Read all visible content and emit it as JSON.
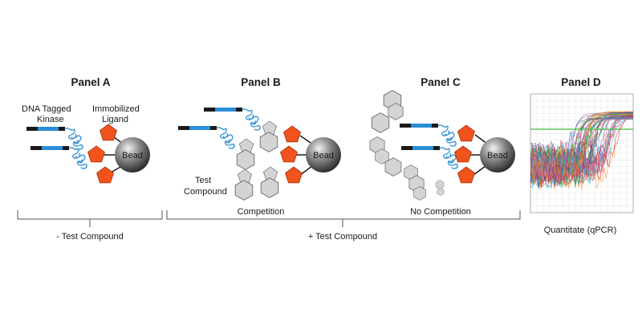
{
  "panels": {
    "a": {
      "title": "Panel A",
      "label_dna_1": "DNA Tagged",
      "label_dna_2": "Kinase",
      "label_ligand_1": "Immobilized",
      "label_ligand_2": "Ligand",
      "bead": "Bead"
    },
    "b": {
      "title": "Panel B",
      "label_test_1": "Test",
      "label_test_2": "Compound",
      "bead": "Bead"
    },
    "c": {
      "title": "Panel C",
      "bead": "Bead"
    },
    "d": {
      "title": "Panel D",
      "caption": "Quantitate (qPCR)"
    }
  },
  "brackets": {
    "competition": "Competition",
    "no_competition": "No Competition",
    "minus_test": "- Test Compound",
    "plus_test": "+ Test Compound"
  },
  "colors": {
    "pentagon": "#f0531c",
    "dna_blue": "#2a8fd6",
    "hexagon": "#d4d4d4",
    "threshold_line": "#3fbf3f"
  }
}
